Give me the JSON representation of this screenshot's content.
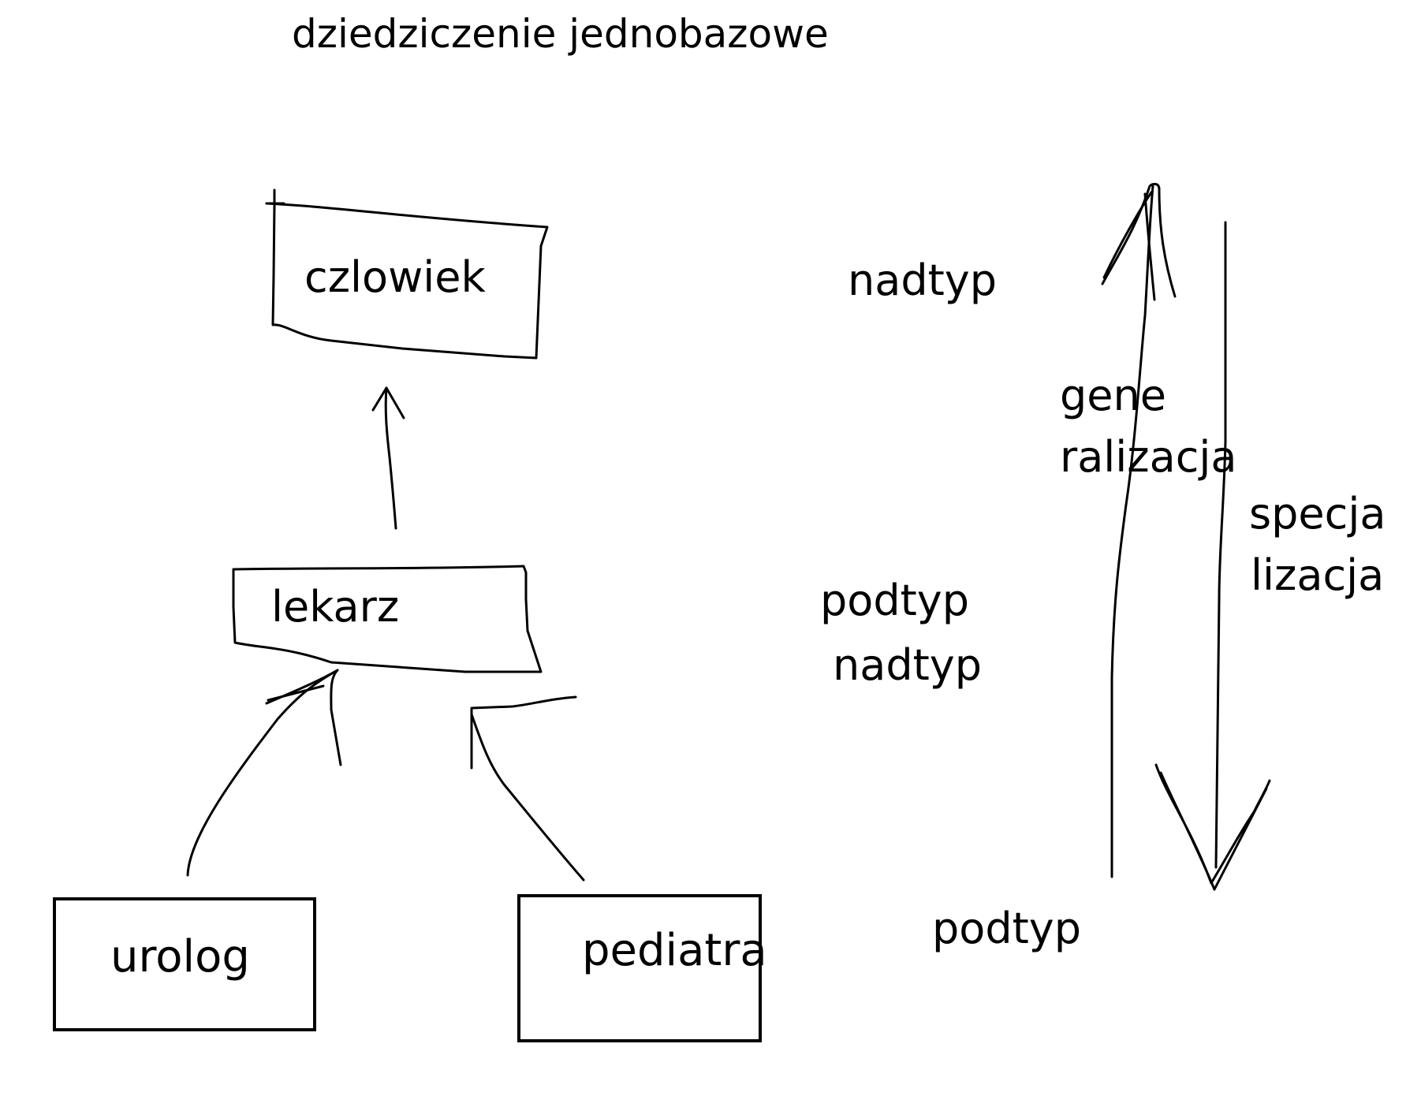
{
  "title": "dziedziczenie jednobazowe",
  "nodes": {
    "czlowiek": "czlowiek",
    "lekarz": "lekarz",
    "urolog": "urolog",
    "pediatra": "pediatra"
  },
  "side_labels": {
    "nadtyp_top": "nadtyp",
    "podtyp_mid": "podtyp",
    "nadtyp_mid": "nadtyp",
    "podtyp_bottom": "podtyp"
  },
  "arrows": {
    "generalizacja_line1": "gene",
    "generalizacja_line2": "ralizacja",
    "specjalizacja_line1": "specja",
    "specjalizacja_line2": "lizacja"
  },
  "colors": {
    "ink": "#000000",
    "background": "#ffffff"
  }
}
